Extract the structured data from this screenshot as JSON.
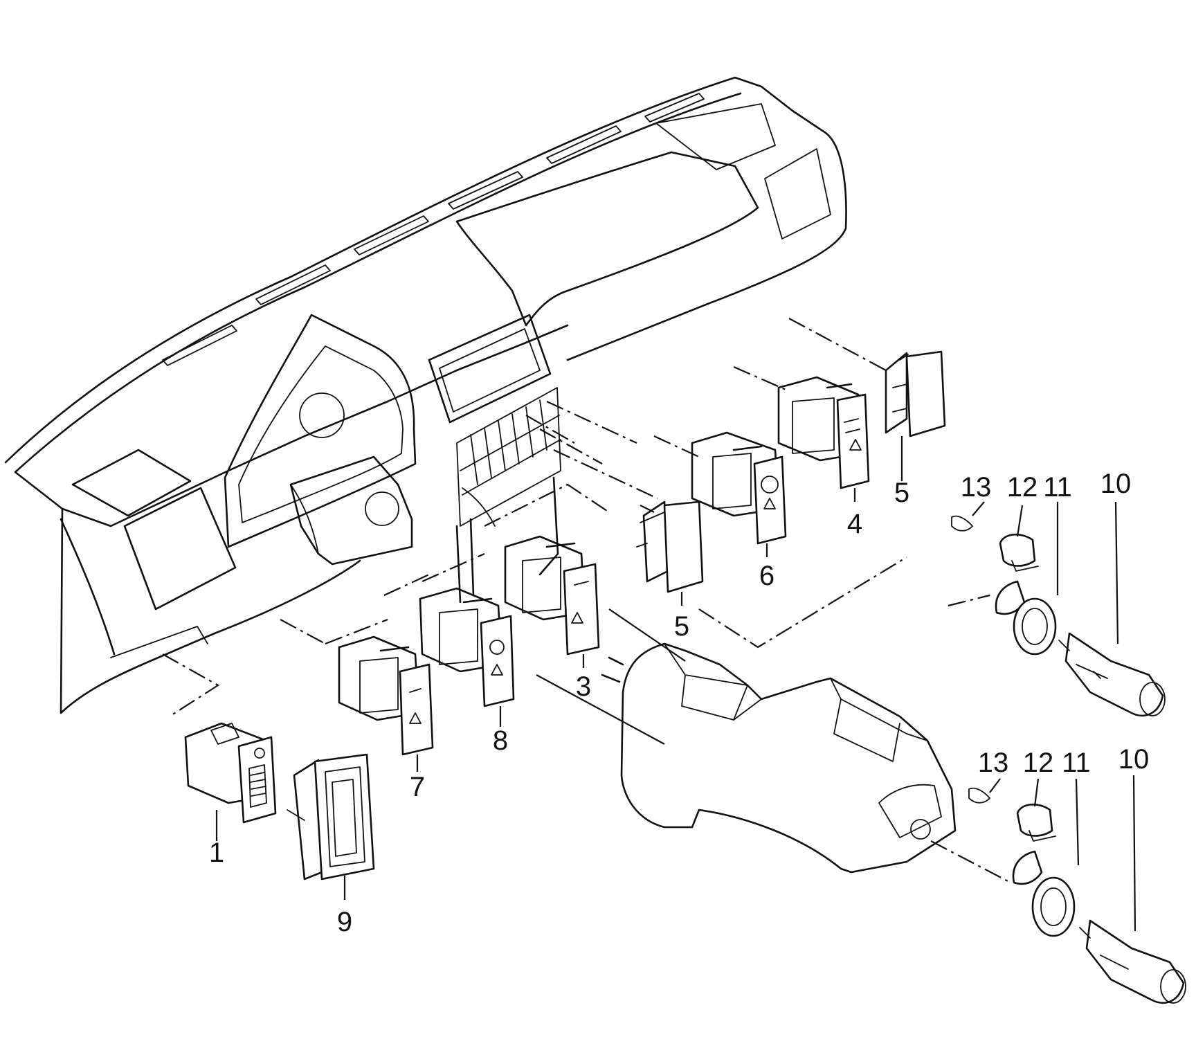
{
  "diagram": {
    "type": "exploded-parts-view",
    "callouts": [
      {
        "id": "c1",
        "text": "1"
      },
      {
        "id": "c3",
        "text": "3"
      },
      {
        "id": "c4",
        "text": "4"
      },
      {
        "id": "c5a",
        "text": "5"
      },
      {
        "id": "c5b",
        "text": "5"
      },
      {
        "id": "c6",
        "text": "6"
      },
      {
        "id": "c7",
        "text": "7"
      },
      {
        "id": "c8",
        "text": "8"
      },
      {
        "id": "c9",
        "text": "9"
      },
      {
        "id": "c10a",
        "text": "10"
      },
      {
        "id": "c11a",
        "text": "11"
      },
      {
        "id": "c12a",
        "text": "12"
      },
      {
        "id": "c13a",
        "text": "13"
      },
      {
        "id": "c10b",
        "text": "10"
      },
      {
        "id": "c11b",
        "text": "11"
      },
      {
        "id": "c12b",
        "text": "12"
      },
      {
        "id": "c13b",
        "text": "13"
      }
    ]
  }
}
